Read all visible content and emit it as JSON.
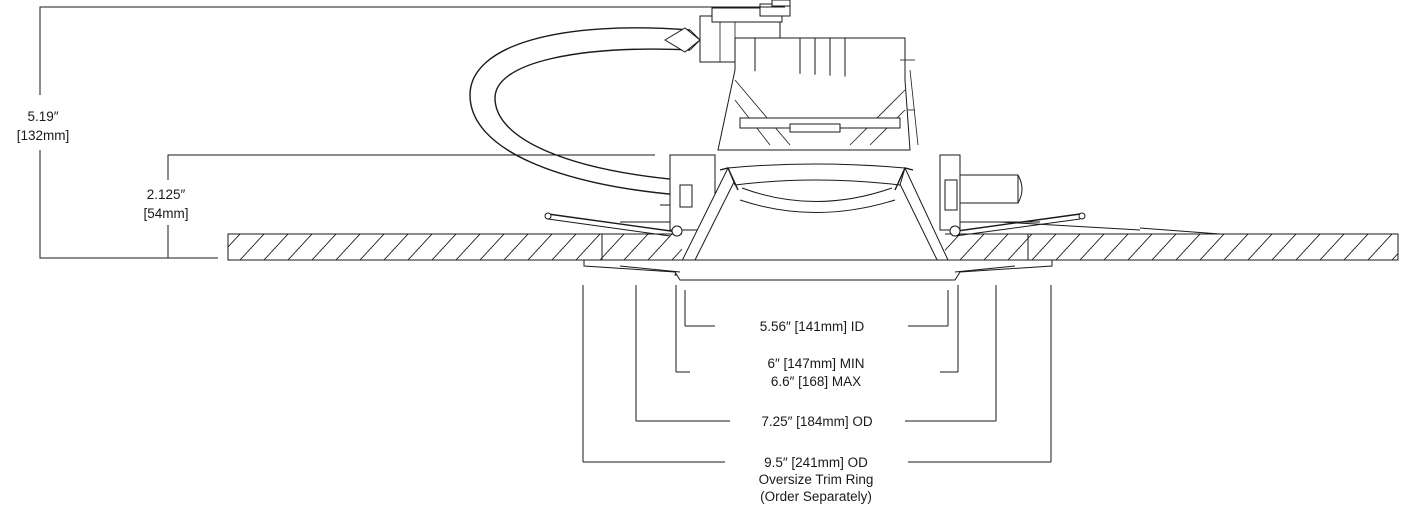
{
  "dimensions": {
    "overall_height": {
      "line1": "5.19″",
      "line2": "[132mm]"
    },
    "above_ceiling_height": {
      "line1": "2.125″",
      "line2": "[54mm]"
    },
    "inner_diameter": {
      "text": "5.56″ [141mm] ID"
    },
    "cutout": {
      "line1": "6″ [147mm] MIN",
      "line2": "6.6″ [168] MAX"
    },
    "outer_diameter": {
      "text": "7.25″ [184mm] OD"
    },
    "oversize_trim": {
      "line1": "9.5″ [241mm] OD",
      "line2": "Oversize Trim Ring",
      "line3": "(Order Separately)"
    }
  }
}
